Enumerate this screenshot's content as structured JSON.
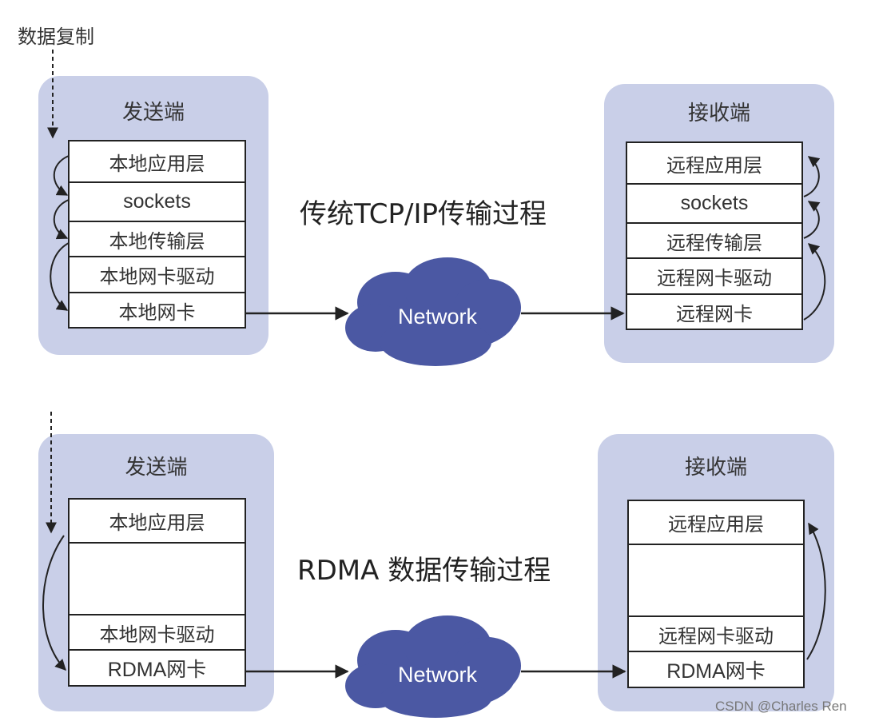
{
  "top_caption": "数据复制",
  "tcp": {
    "title": "传统TCP/IP传输过程",
    "sender": {
      "title": "发送端",
      "layers": [
        "本地应用层",
        "sockets",
        "本地传输层",
        "本地网卡驱动",
        "本地网卡"
      ]
    },
    "receiver": {
      "title": "接收端",
      "layers": [
        "远程应用层",
        "sockets",
        "远程传输层",
        "远程网卡驱动",
        "远程网卡"
      ]
    },
    "network": "Network"
  },
  "rdma": {
    "title": "RDMA 数据传输过程",
    "sender": {
      "title": "发送端",
      "layers": [
        "本地应用层",
        "",
        "本地网卡驱动",
        "RDMA网卡"
      ]
    },
    "receiver": {
      "title": "接收端",
      "layers": [
        "远程应用层",
        "",
        "远程网卡驱动",
        "RDMA网卡"
      ]
    },
    "network": "Network"
  },
  "watermark": "CSDN @Charles Ren",
  "colors": {
    "panel": "#c9cfe8",
    "cloud": "#4b58a3",
    "line": "#222222"
  }
}
